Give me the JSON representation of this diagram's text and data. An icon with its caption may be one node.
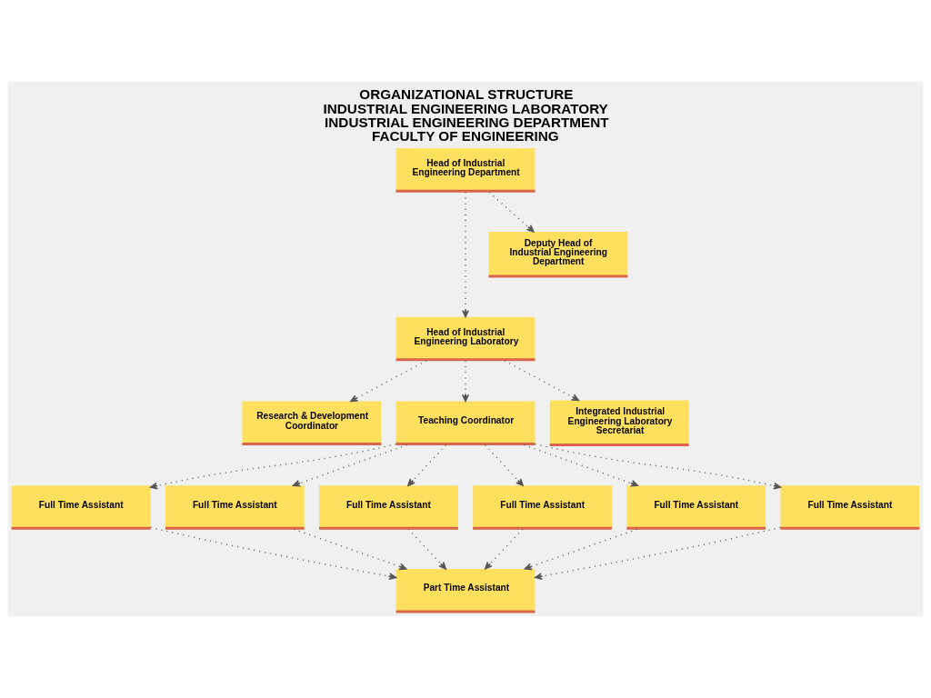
{
  "diagram": {
    "title": "ORGANIZATIONAL STRUCTURE INDUSTRIAL ENGINEERING LABORATORY INDUSTRIAL ENGINEERING DEPARTMENT FACULTY OF ENGINEERING",
    "nodes": [
      {
        "text": [
          "Head of Industrial Engineering Department"
        ]
      },
      {
        "text": [
          "Deputy Head of Industrial Engineering Department"
        ]
      },
      {
        "text": [
          "Head of Industrial Engineering Laboratory"
        ]
      },
      {
        "text": [
          "Research & Development Coordinator"
        ]
      },
      {
        "text": [
          "Teaching Coordinator"
        ]
      },
      {
        "text": [
          "Integrated Industrial Engineering Laboratory Secretariat"
        ]
      },
      {
        "text": [
          "Full Time Assistant"
        ]
      },
      {
        "text": [
          "Full Time Assistant"
        ]
      },
      {
        "text": [
          "Full Time Assistant"
        ]
      },
      {
        "text": [
          "Full Time Assistant"
        ]
      },
      {
        "text": [
          "Full Time Assistant"
        ]
      },
      {
        "text": [
          "Full Time Assistant"
        ]
      },
      {
        "text": [
          "Part Time Assistant"
        ]
      }
    ],
    "edges": [
      {
        "from": 0,
        "to": 1,
        "arrow": "to",
        "style": "dashed"
      },
      {
        "from": 0,
        "to": 2,
        "arrow": "to",
        "style": "dashed"
      },
      {
        "from": 2,
        "to": 3,
        "arrow": "to",
        "style": "dashed"
      },
      {
        "from": 2,
        "to": 4,
        "arrow": "to",
        "style": "dashed"
      },
      {
        "from": 2,
        "to": 5,
        "arrow": "to",
        "style": "dashed"
      },
      {
        "from": 4,
        "to": 6,
        "arrow": "to",
        "style": "dashed"
      },
      {
        "from": 4,
        "to": 7,
        "arrow": "to",
        "style": "dashed"
      },
      {
        "from": 4,
        "to": 8,
        "arrow": "to",
        "style": "dashed"
      },
      {
        "from": 4,
        "to": 9,
        "arrow": "to",
        "style": "dashed"
      },
      {
        "from": 4,
        "to": 10,
        "arrow": "to",
        "style": "dashed"
      },
      {
        "from": 4,
        "to": 11,
        "arrow": "to",
        "style": "dashed"
      },
      {
        "from": 6,
        "to": 12,
        "arrow": "to",
        "style": "dashed"
      },
      {
        "from": 7,
        "to": 12,
        "arrow": "to",
        "style": "dashed"
      },
      {
        "from": 8,
        "to": 12,
        "arrow": "to",
        "style": "dashed"
      },
      {
        "from": 9,
        "to": 12,
        "arrow": "to",
        "style": "dashed"
      },
      {
        "from": 10,
        "to": 12,
        "arrow": "to",
        "style": "dashed"
      },
      {
        "from": 11,
        "to": 12,
        "arrow": "to",
        "style": "dashed"
      }
    ]
  }
}
